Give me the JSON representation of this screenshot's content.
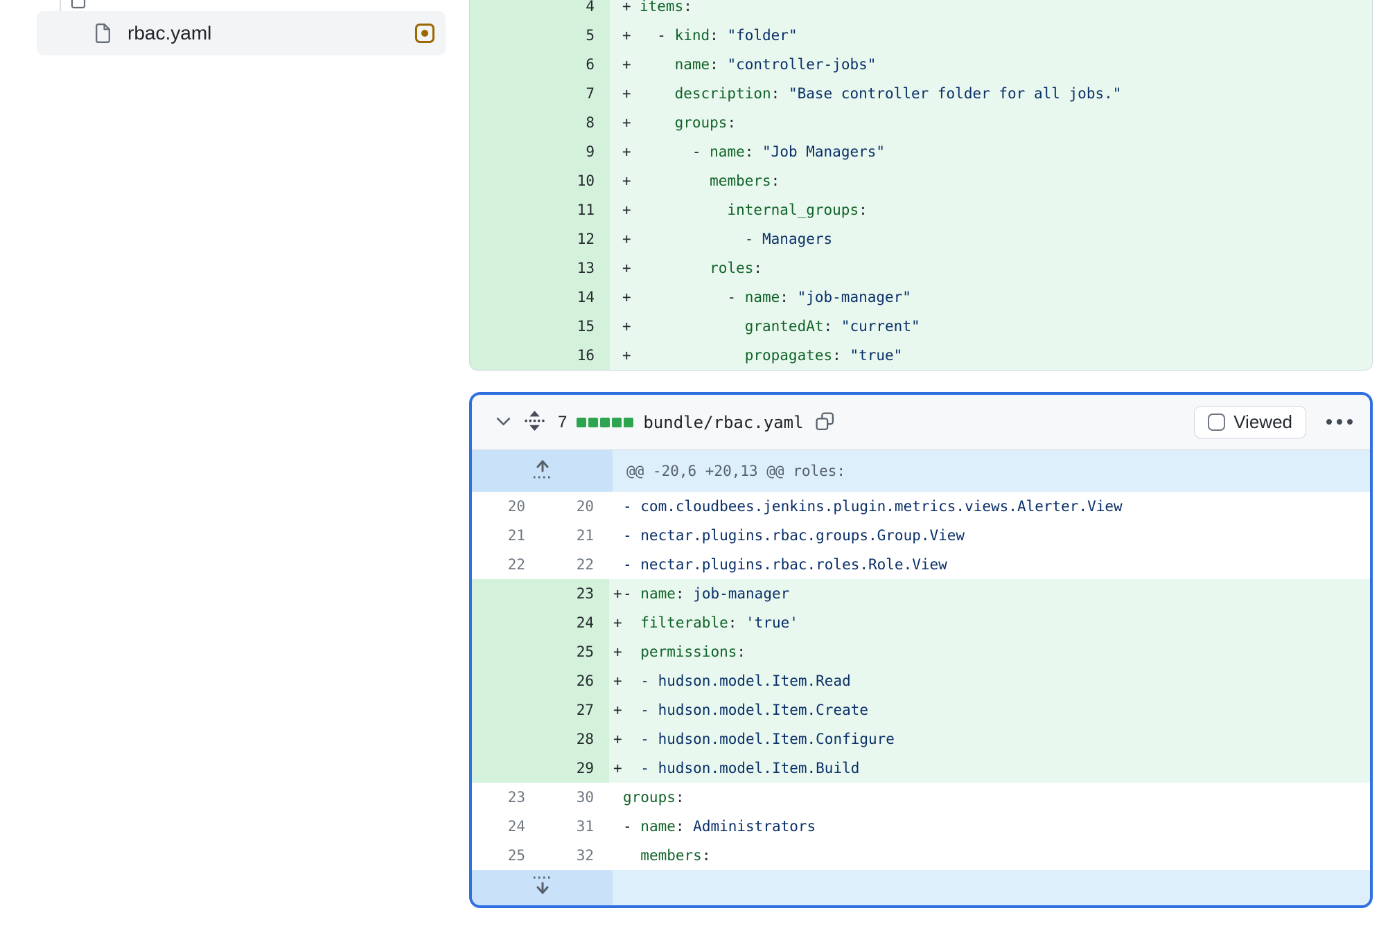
{
  "sidebar": {
    "files": [
      {
        "label": "rbac.yaml",
        "status": "modified"
      }
    ]
  },
  "panels": [
    {
      "name": "previous-file-diff",
      "lines": [
        {
          "old": "",
          "new": "4",
          "kind": "add",
          "segs": [
            [
              "k",
              "items"
            ],
            [
              "p",
              ":"
            ]
          ]
        },
        {
          "old": "",
          "new": "5",
          "kind": "add",
          "segs": [
            [
              "p",
              "  - "
            ],
            [
              "k",
              "kind"
            ],
            [
              "p",
              ": "
            ],
            [
              "s",
              "\"folder\""
            ]
          ]
        },
        {
          "old": "",
          "new": "6",
          "kind": "add",
          "segs": [
            [
              "p",
              "    "
            ],
            [
              "k",
              "name"
            ],
            [
              "p",
              ": "
            ],
            [
              "s",
              "\"controller-jobs\""
            ]
          ]
        },
        {
          "old": "",
          "new": "7",
          "kind": "add",
          "segs": [
            [
              "p",
              "    "
            ],
            [
              "k",
              "description"
            ],
            [
              "p",
              ": "
            ],
            [
              "s",
              "\"Base controller folder for all jobs.\""
            ]
          ]
        },
        {
          "old": "",
          "new": "8",
          "kind": "add",
          "segs": [
            [
              "p",
              "    "
            ],
            [
              "k",
              "groups"
            ],
            [
              "p",
              ":"
            ]
          ]
        },
        {
          "old": "",
          "new": "9",
          "kind": "add",
          "segs": [
            [
              "p",
              "      - "
            ],
            [
              "k",
              "name"
            ],
            [
              "p",
              ": "
            ],
            [
              "s",
              "\"Job Managers\""
            ]
          ]
        },
        {
          "old": "",
          "new": "10",
          "kind": "add",
          "segs": [
            [
              "p",
              "        "
            ],
            [
              "k",
              "members"
            ],
            [
              "p",
              ":"
            ]
          ]
        },
        {
          "old": "",
          "new": "11",
          "kind": "add",
          "segs": [
            [
              "p",
              "          "
            ],
            [
              "k",
              "internal_groups"
            ],
            [
              "p",
              ":"
            ]
          ]
        },
        {
          "old": "",
          "new": "12",
          "kind": "add",
          "segs": [
            [
              "p",
              "            - "
            ],
            [
              "s",
              "Managers"
            ]
          ]
        },
        {
          "old": "",
          "new": "13",
          "kind": "add",
          "segs": [
            [
              "p",
              "        "
            ],
            [
              "k",
              "roles"
            ],
            [
              "p",
              ":"
            ]
          ]
        },
        {
          "old": "",
          "new": "14",
          "kind": "add",
          "segs": [
            [
              "p",
              "          - "
            ],
            [
              "k",
              "name"
            ],
            [
              "p",
              ": "
            ],
            [
              "s",
              "\"job-manager\""
            ]
          ]
        },
        {
          "old": "",
          "new": "15",
          "kind": "add",
          "segs": [
            [
              "p",
              "            "
            ],
            [
              "k",
              "grantedAt"
            ],
            [
              "p",
              ": "
            ],
            [
              "s",
              "\"current\""
            ]
          ]
        },
        {
          "old": "",
          "new": "16",
          "kind": "add",
          "segs": [
            [
              "p",
              "            "
            ],
            [
              "k",
              "propagates"
            ],
            [
              "p",
              ": "
            ],
            [
              "s",
              "\"true\""
            ]
          ]
        }
      ]
    },
    {
      "name": "bundle-rbac-diff",
      "header": {
        "changes_count": "7",
        "diffstat_added_squares": 5,
        "filename": "bundle/rbac.yaml",
        "viewed_label": "Viewed"
      },
      "hunk_header": "@@ -20,6 +20,13 @@ roles:",
      "lines": [
        {
          "old": "20",
          "new": "20",
          "kind": "ctx",
          "segs": [
            [
              "s",
              "- com.cloudbees.jenkins.plugin.metrics.views.Alerter.View"
            ]
          ]
        },
        {
          "old": "21",
          "new": "21",
          "kind": "ctx",
          "segs": [
            [
              "s",
              "- nectar.plugins.rbac.groups.Group.View"
            ]
          ]
        },
        {
          "old": "22",
          "new": "22",
          "kind": "ctx",
          "segs": [
            [
              "s",
              "- nectar.plugins.rbac.roles.Role.View"
            ]
          ]
        },
        {
          "old": "",
          "new": "23",
          "kind": "add",
          "segs": [
            [
              "p",
              "- "
            ],
            [
              "k",
              "name"
            ],
            [
              "p",
              ": "
            ],
            [
              "s",
              "job-manager"
            ]
          ]
        },
        {
          "old": "",
          "new": "24",
          "kind": "add",
          "segs": [
            [
              "p",
              "  "
            ],
            [
              "k",
              "filterable"
            ],
            [
              "p",
              ": "
            ],
            [
              "s",
              "'true'"
            ]
          ]
        },
        {
          "old": "",
          "new": "25",
          "kind": "add",
          "segs": [
            [
              "p",
              "  "
            ],
            [
              "k",
              "permissions"
            ],
            [
              "p",
              ":"
            ]
          ]
        },
        {
          "old": "",
          "new": "26",
          "kind": "add",
          "segs": [
            [
              "p",
              "  "
            ],
            [
              "s",
              "- hudson.model.Item.Read"
            ]
          ]
        },
        {
          "old": "",
          "new": "27",
          "kind": "add",
          "segs": [
            [
              "p",
              "  "
            ],
            [
              "s",
              "- hudson.model.Item.Create"
            ]
          ]
        },
        {
          "old": "",
          "new": "28",
          "kind": "add",
          "segs": [
            [
              "p",
              "  "
            ],
            [
              "s",
              "- hudson.model.Item.Configure"
            ]
          ]
        },
        {
          "old": "",
          "new": "29",
          "kind": "add",
          "segs": [
            [
              "p",
              "  "
            ],
            [
              "s",
              "- hudson.model.Item.Build"
            ]
          ]
        },
        {
          "old": "23",
          "new": "30",
          "kind": "ctx",
          "segs": [
            [
              "k",
              "groups"
            ],
            [
              "p",
              ":"
            ]
          ]
        },
        {
          "old": "24",
          "new": "31",
          "kind": "ctx",
          "segs": [
            [
              "p",
              "- "
            ],
            [
              "k",
              "name"
            ],
            [
              "p",
              ": "
            ],
            [
              "s",
              "Administrators"
            ]
          ]
        },
        {
          "old": "25",
          "new": "32",
          "kind": "ctx",
          "segs": [
            [
              "p",
              "  "
            ],
            [
              "k",
              "members"
            ],
            [
              "p",
              ":"
            ]
          ]
        }
      ]
    }
  ],
  "colors": {
    "accent_border": "#2f6fe0",
    "addition_bg": "#e9f8ee",
    "addition_gutter_bg": "#d4f2db",
    "diffstat_green": "#2da44e",
    "modified_icon": "#9a6700",
    "hunk_bg": "#ddeffb",
    "hunk_gutter_bg": "#c9e2f9"
  }
}
